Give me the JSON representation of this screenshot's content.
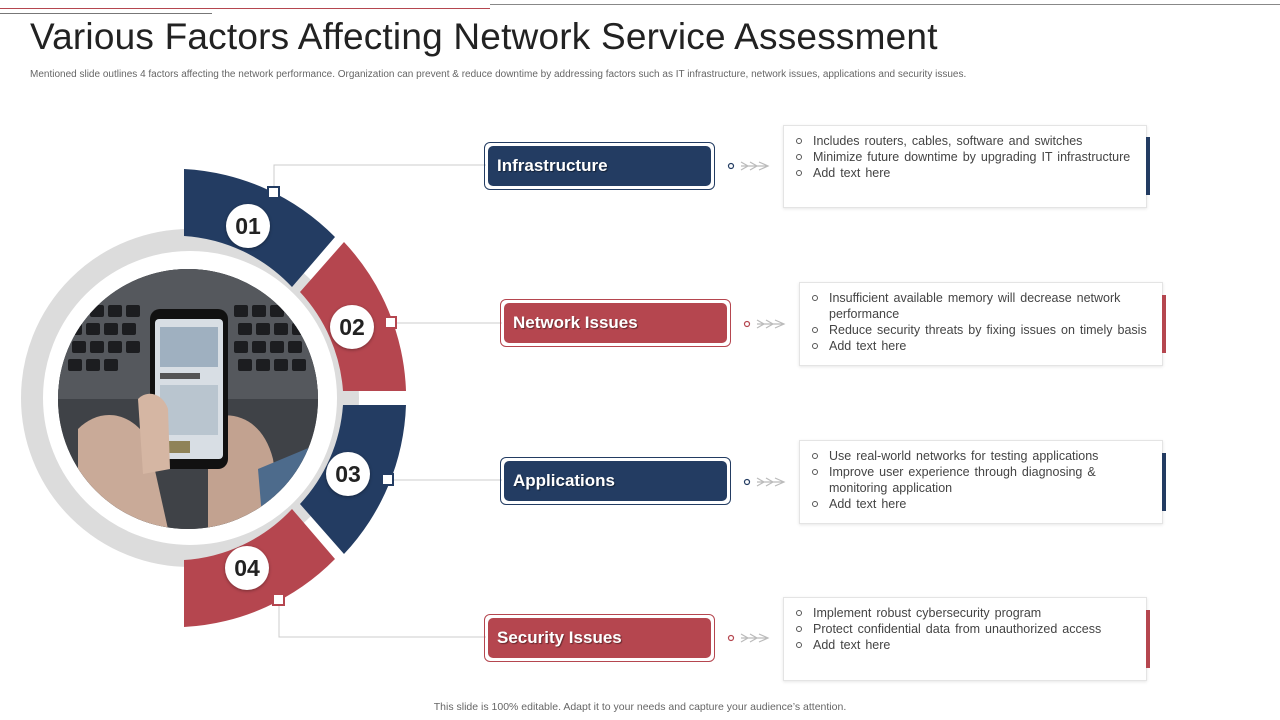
{
  "title": "Various Factors Affecting Network Service Assessment",
  "subtitle": "Mentioned slide outlines 4 factors affecting the network performance. Organization can prevent & reduce downtime by addressing factors such as IT infrastructure, network issues, applications and security issues.",
  "footer": "This slide is 100% editable.  Adapt it to your needs and capture your audience’s attention.",
  "colors": {
    "navy": "#233c62",
    "red": "#b5464f",
    "ring": "#dcdcdc"
  },
  "factors": [
    {
      "number": "01",
      "label": "Infrastructure",
      "color": "navy",
      "points": [
        "Includes routers, cables, software and switches",
        "Minimize future downtime by upgrading IT infrastructure",
        "Add text here"
      ]
    },
    {
      "number": "02",
      "label": "Network Issues",
      "color": "red",
      "points": [
        "Insufficient available memory will decrease network performance",
        "Reduce security threats by fixing issues on timely basis",
        "Add text here"
      ]
    },
    {
      "number": "03",
      "label": "Applications",
      "color": "navy",
      "points": [
        "Use real-world networks for testing applications",
        "Improve user experience through diagnosing & monitoring application",
        "Add text here"
      ]
    },
    {
      "number": "04",
      "label": "Security Issues",
      "color": "red",
      "points": [
        "Implement robust cybersecurity program",
        "Protect confidential data from unauthorized access",
        "Add text here"
      ]
    }
  ]
}
